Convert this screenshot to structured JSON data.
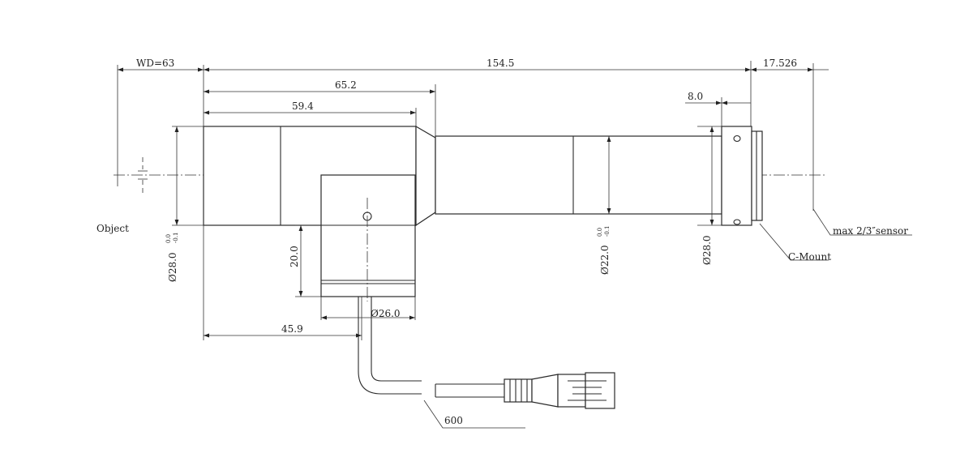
{
  "dimensions": {
    "wd": "WD=63",
    "total_length": "154.5",
    "flange_back": "17.526",
    "len_65": "65.2",
    "len_59": "59.4",
    "len_8": "8.0",
    "len_45": "45.9",
    "height_20": "20.0",
    "dia_26": "Ø26.0",
    "dia_28": "Ø28.0",
    "dia_28_tol_upper": "0.0",
    "dia_28_tol_lower": "-0.1",
    "dia_22": "Ø22.0",
    "dia_22_tol_upper": "0.0",
    "dia_22_tol_lower": "-0.1",
    "dia_28_mount": "Ø28.0",
    "cable_length": "600"
  },
  "labels": {
    "object": "Object",
    "mount": "C-Mount",
    "sensor": "max 2/3″sensor"
  }
}
